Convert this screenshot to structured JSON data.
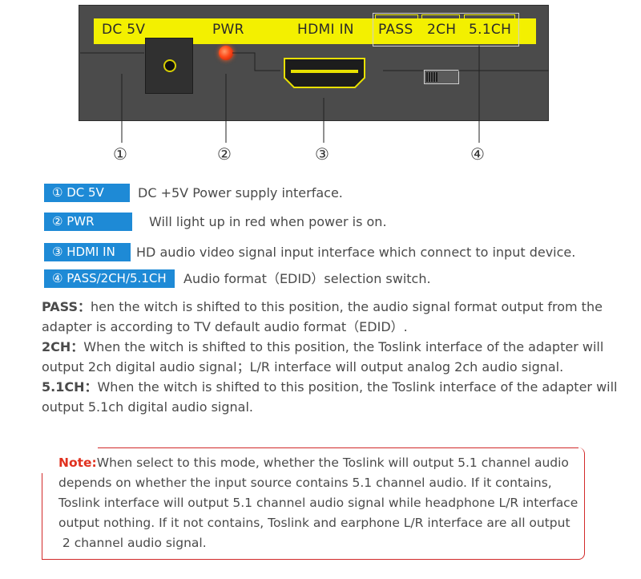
{
  "device": {
    "labels": {
      "dc": "DC 5V",
      "pwr": "PWR",
      "hdmi": "HDMI IN",
      "pass": "PASS",
      "ch2": "2CH",
      "ch51": "5.1CH"
    },
    "callouts": [
      "①",
      "②",
      "③",
      "④"
    ]
  },
  "legend": [
    {
      "tag": "① DC 5V",
      "desc": "DC +5V Power supply interface."
    },
    {
      "tag": "② PWR",
      "desc": "Will light up in red when power is on."
    },
    {
      "tag": "③ HDMI IN",
      "desc": "HD audio video signal input interface which connect to input device."
    },
    {
      "tag": "④ PASS/2CH/5.1CH",
      "desc": "Audio format（EDID）selection switch."
    }
  ],
  "modes": [
    {
      "label": "PASS：",
      "text": "hen the witch is shifted to this position, the audio signal format output from the adapter is according to TV default audio format（EDID）."
    },
    {
      "label": "2CH：",
      "text": "When the witch is shifted to this position, the Toslink interface of the adapter will output 2ch digital audio signal；L/R interface will output analog 2ch audio signal."
    },
    {
      "label": "5.1CH：",
      "text": "When the witch is shifted to this position, the Toslink interface of the adapter will output 5.1ch digital audio signal."
    }
  ],
  "note": {
    "label": "Note:",
    "lines": [
      "When select to this mode, whether the Toslink will output 5.1 channel audio",
      "depends on whether the input source contains 5.1 channel audio. If it contains,",
      "Toslink interface will output 5.1 channel audio signal while headphone L/R interface",
      "output nothing. If it not contains, Toslink and earphone L/R interface are all output",
      " 2 channel audio signal."
    ]
  },
  "colors": {
    "tag_blue": "#1e8ad6",
    "note_red": "#e0311f",
    "panel_yellow": "#f3f000"
  }
}
